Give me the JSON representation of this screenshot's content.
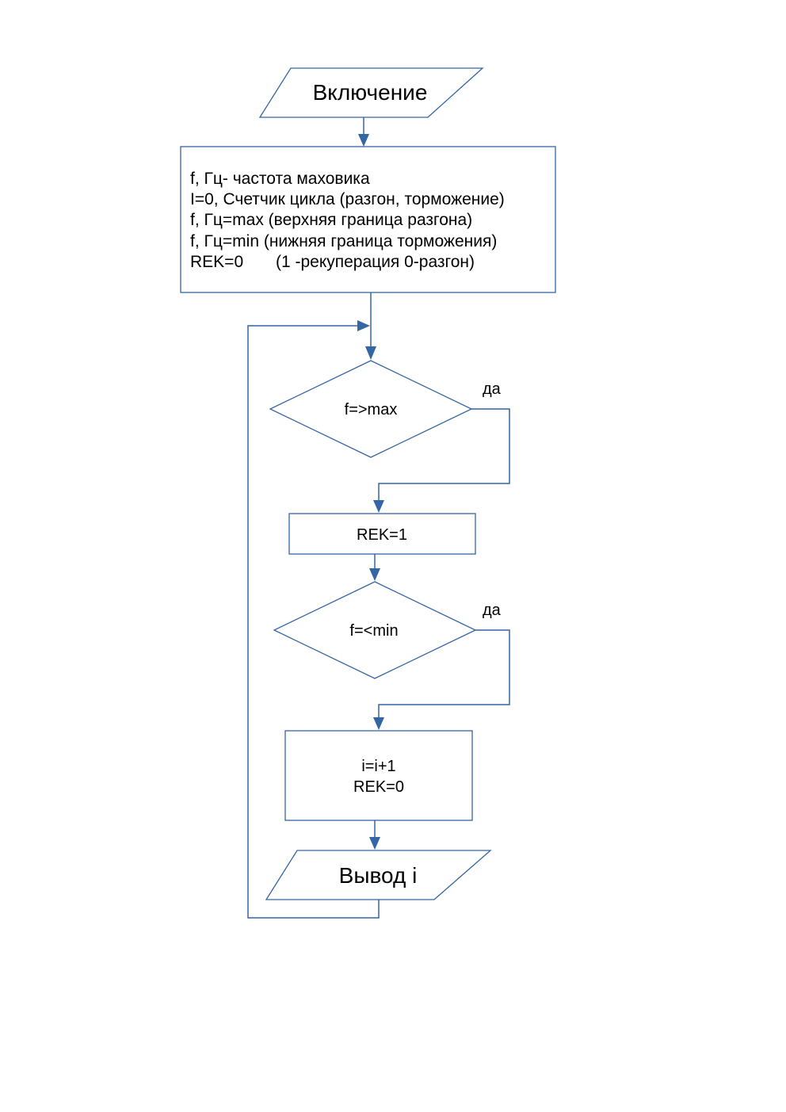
{
  "start": {
    "label": "Включение"
  },
  "init": {
    "lines": [
      "f, Гц- частота маховика",
      "I=0, Счетчик цикла (разгон, торможение)",
      "f, Гц=max (верхняя граница разгона)",
      "f, Гц=min (нижняя граница торможения)",
      "REK=0       (1 -рекуперация 0-разгон)"
    ]
  },
  "decision_max": {
    "label": "f=>max",
    "yes_label": "да"
  },
  "set_rek": {
    "label": "REK=1"
  },
  "decision_min": {
    "label": "f=<min",
    "yes_label": "да"
  },
  "increment": {
    "lines": [
      "i=i+1",
      "REK=0"
    ]
  },
  "output": {
    "label": "Вывод i"
  },
  "colors": {
    "stroke": "#3465a4",
    "text": "#000000",
    "background": "#ffffff"
  }
}
